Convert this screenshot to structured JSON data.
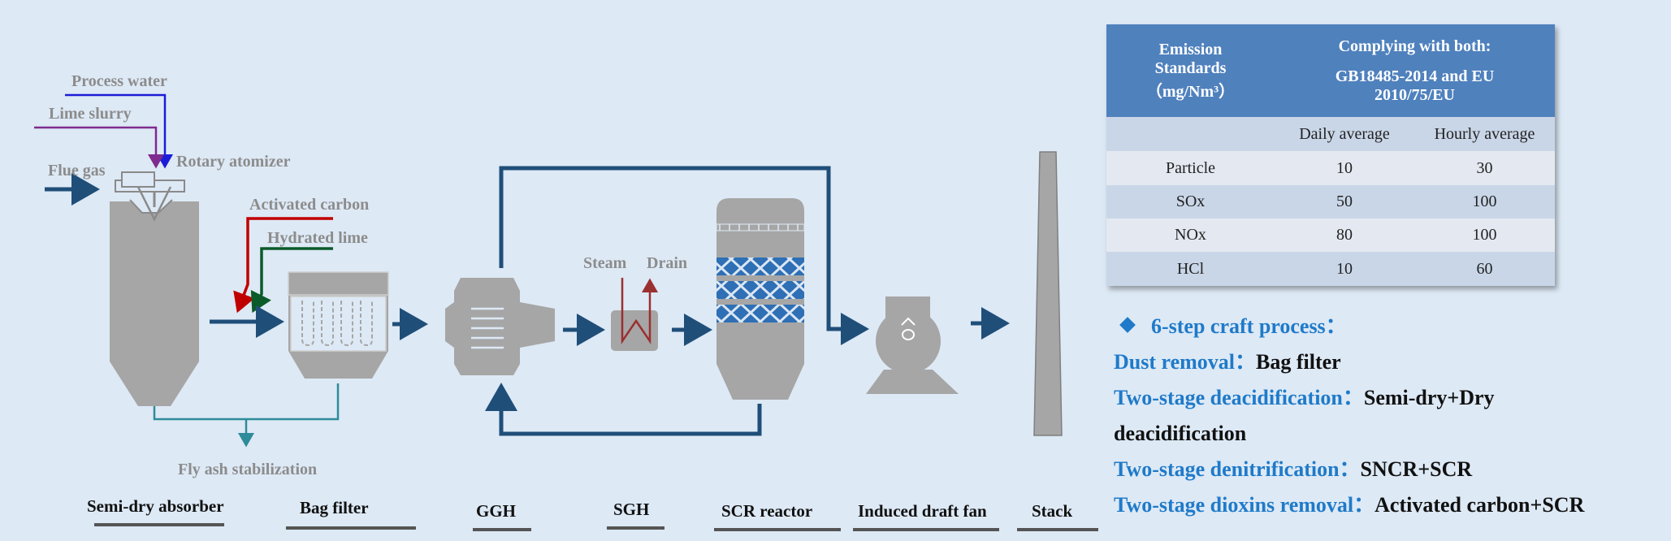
{
  "labels": {
    "process_water": "Process water",
    "lime_slurry": "Lime slurry",
    "flue_gas": "Flue gas",
    "rotary_atomizer": "Rotary atomizer",
    "activated_carbon": "Activated carbon",
    "hydrated_lime": "Hydrated lime",
    "steam": "Steam",
    "drain": "Drain",
    "fly_ash": "Fly ash stabilization"
  },
  "equipment": [
    "Semi-dry absorber",
    "Bag filter",
    "GGH",
    "SGH",
    "SCR reactor",
    "Induced draft fan",
    "Stack"
  ],
  "table": {
    "header_left": [
      "Emission",
      "Standards",
      "（mg/Nm³）"
    ],
    "header_right": [
      "Complying with both:",
      "GB18485-2014 and EU",
      "2010/75/EU"
    ],
    "subheader": [
      "",
      "Daily average",
      "Hourly average"
    ],
    "rows": [
      [
        "Particle",
        "10",
        "30"
      ],
      [
        "SOx",
        "50",
        "100"
      ],
      [
        "NOx",
        "80",
        "100"
      ],
      [
        "HCl",
        "10",
        "60"
      ]
    ]
  },
  "craft": {
    "title": "6-step craft process：",
    "items": [
      {
        "label": "Dust removal：",
        "value": "Bag filter"
      },
      {
        "label": "Two-stage deacidification：",
        "value": "Semi-dry+Dry"
      },
      {
        "label": "",
        "value": "deacidification"
      },
      {
        "label": "Two-stage denitrification：",
        "value": "SNCR+SCR"
      },
      {
        "label": "Two-stage dioxins removal：",
        "value": "Activated carbon+SCR"
      }
    ]
  },
  "colors": {
    "arrow": "#1f4e79",
    "equipment": "#a6a6a6",
    "water": "#1c1cd8",
    "lime": "#7f2b8f",
    "carbon": "#c00000",
    "hydrated": "#0b5a2a",
    "ash": "#2e8b9a",
    "steam": "#9b3030"
  }
}
